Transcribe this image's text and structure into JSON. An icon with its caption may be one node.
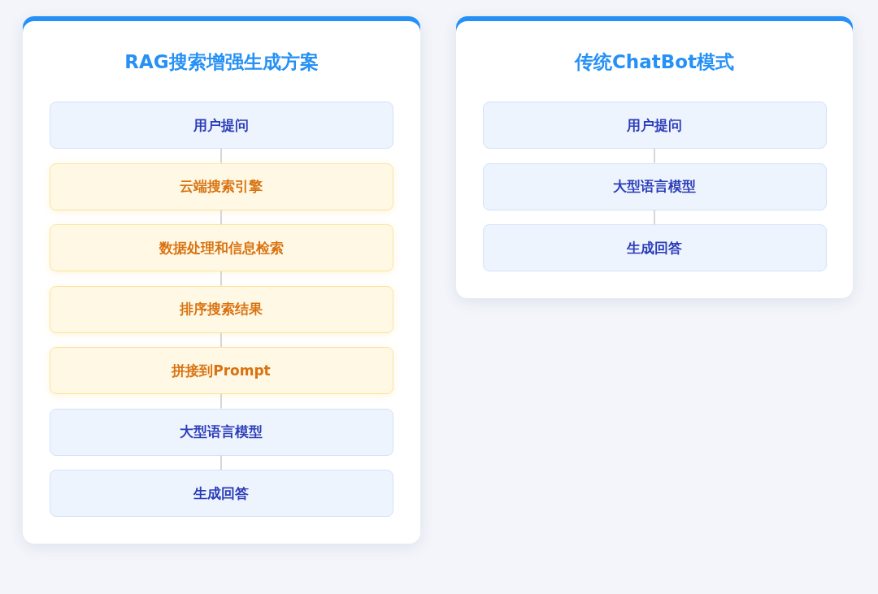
{
  "diagram": {
    "nodes": [
      {
        "text": [
          "RAG搜索增强生成方案"
        ]
      },
      {
        "text": [
          "用户提问"
        ],
        "in": 0
      },
      {
        "text": [
          "云端搜索引擎"
        ],
        "in": 0
      },
      {
        "text": [
          "数据处理和信息检索"
        ],
        "in": 0
      },
      {
        "text": [
          "排序搜索结果"
        ],
        "in": 0
      },
      {
        "text": [
          "拼接到Prompt"
        ],
        "in": 0
      },
      {
        "text": [
          "大型语言模型"
        ],
        "in": 0
      },
      {
        "text": [
          "生成回答"
        ],
        "in": 0
      },
      {
        "text": [
          "传统ChatBot模式"
        ]
      },
      {
        "text": [
          "用户提问"
        ],
        "in": 8
      },
      {
        "text": [
          "大型语言模型"
        ],
        "in": 8
      },
      {
        "text": [
          "生成回答"
        ],
        "in": 8
      }
    ],
    "edges": [
      {
        "from": 1,
        "to": 2,
        "arrow": "none"
      },
      {
        "from": 2,
        "to": 3,
        "arrow": "none"
      },
      {
        "from": 3,
        "to": 4,
        "arrow": "none"
      },
      {
        "from": 4,
        "to": 5,
        "arrow": "none"
      },
      {
        "from": 5,
        "to": 6,
        "arrow": "none"
      },
      {
        "from": 6,
        "to": 7,
        "arrow": "none"
      },
      {
        "from": 9,
        "to": 10,
        "arrow": "none"
      },
      {
        "from": 10,
        "to": 11,
        "arrow": "none"
      }
    ]
  }
}
